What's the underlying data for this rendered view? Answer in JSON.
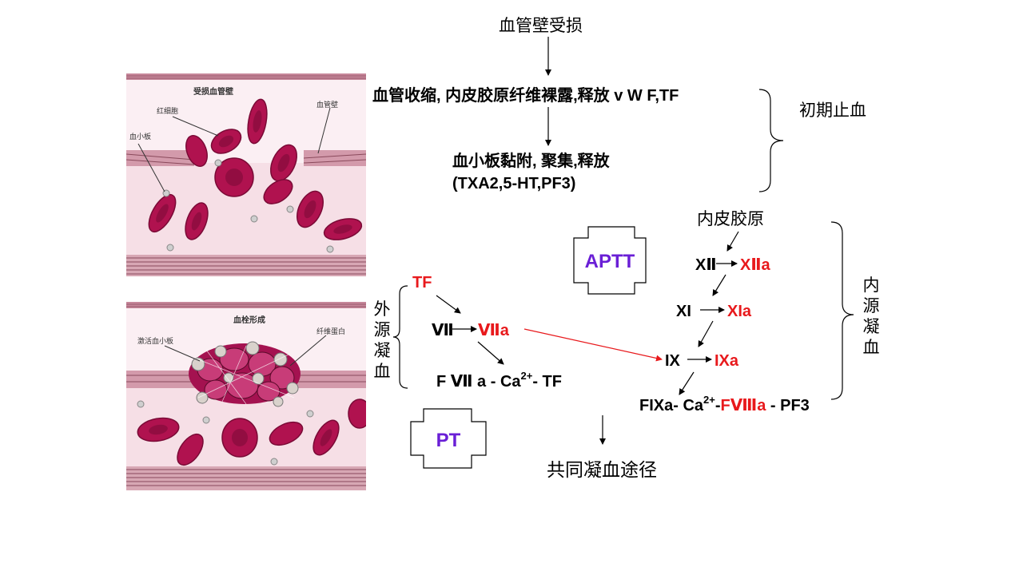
{
  "diagram": {
    "top_title": "血管壁受损",
    "step1": "血管收缩, 内皮胶原纤维裸露,释放 v W F,TF",
    "step2_line1": "血小板黏附, 聚集,释放",
    "step2_line2": "(TXA2,5-HT,PF3)",
    "primary_hemostasis": "初期止血",
    "intrinsic_label": [
      "内",
      "源",
      "凝",
      "血"
    ],
    "extrinsic_label": [
      "外",
      "源",
      "凝",
      "血"
    ],
    "intrinsic": {
      "start": "内皮胶原",
      "f12": "XⅡ",
      "f12a": "XⅡa",
      "f11": "XI",
      "f11a": "XIa",
      "f9": "IX",
      "f9a": "IXa",
      "complex_prefix": "FIXa- Ca",
      "complex_sup": "2+",
      "complex_dash": "-",
      "complex_red": "FⅧa",
      "complex_suffix": " - PF3"
    },
    "extrinsic": {
      "tf": "TF",
      "f7": "Ⅶ",
      "f7a": "Ⅶa",
      "complex_prefix": "F Ⅶ a - Ca",
      "complex_sup": "2+",
      "complex_suffix": "- TF"
    },
    "aptt": "APTT",
    "pt": "PT",
    "common_pathway": "共同凝血途径"
  },
  "images": {
    "top": {
      "label_title": "受损血管壁",
      "label_rbc": "红细胞",
      "label_wall": "血管壁",
      "label_platelet": "血小板"
    },
    "bottom": {
      "label_title": "血栓形成",
      "label_activated": "激活血小板",
      "label_fibrin": "纤维蛋白"
    }
  },
  "colors": {
    "red": "#e8191c",
    "purple": "#6a1fd6",
    "rbc": "#b0124f",
    "wall": "#c6879a"
  }
}
